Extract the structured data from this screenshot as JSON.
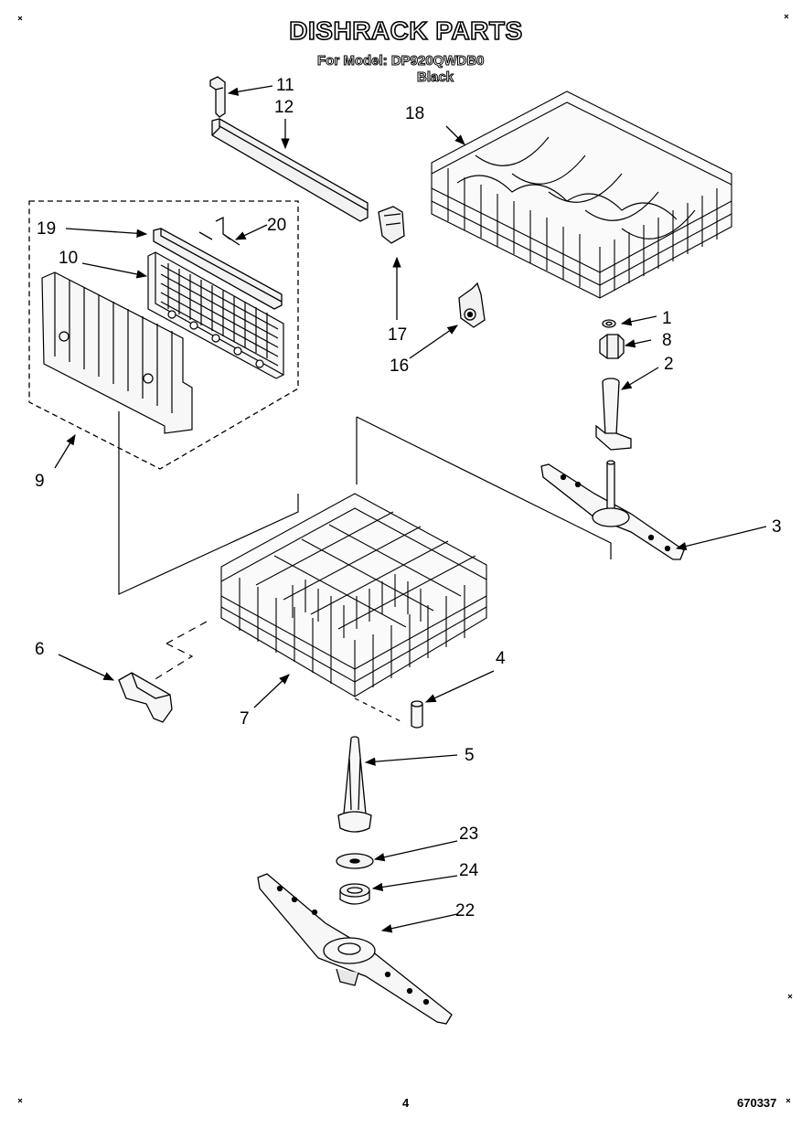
{
  "header": {
    "title": "DISHRACK PARTS",
    "model_line": "For Model: DP920QWDB0",
    "color_line": "Black"
  },
  "callouts": [
    {
      "id": "c1",
      "label": "1"
    },
    {
      "id": "c2",
      "label": "2"
    },
    {
      "id": "c3",
      "label": "3"
    },
    {
      "id": "c4",
      "label": "4"
    },
    {
      "id": "c5",
      "label": "5"
    },
    {
      "id": "c6",
      "label": "6"
    },
    {
      "id": "c7",
      "label": "7"
    },
    {
      "id": "c8",
      "label": "8"
    },
    {
      "id": "c9",
      "label": "9"
    },
    {
      "id": "c10",
      "label": "10"
    },
    {
      "id": "c11",
      "label": "11"
    },
    {
      "id": "c12",
      "label": "12"
    },
    {
      "id": "c16",
      "label": "16"
    },
    {
      "id": "c17",
      "label": "17"
    },
    {
      "id": "c18",
      "label": "18"
    },
    {
      "id": "c19",
      "label": "19"
    },
    {
      "id": "c20",
      "label": "20"
    },
    {
      "id": "c22",
      "label": "22"
    },
    {
      "id": "c23",
      "label": "23"
    },
    {
      "id": "c24",
      "label": "24"
    }
  ],
  "footer": {
    "page_number": "4",
    "doc_number": "670337"
  }
}
